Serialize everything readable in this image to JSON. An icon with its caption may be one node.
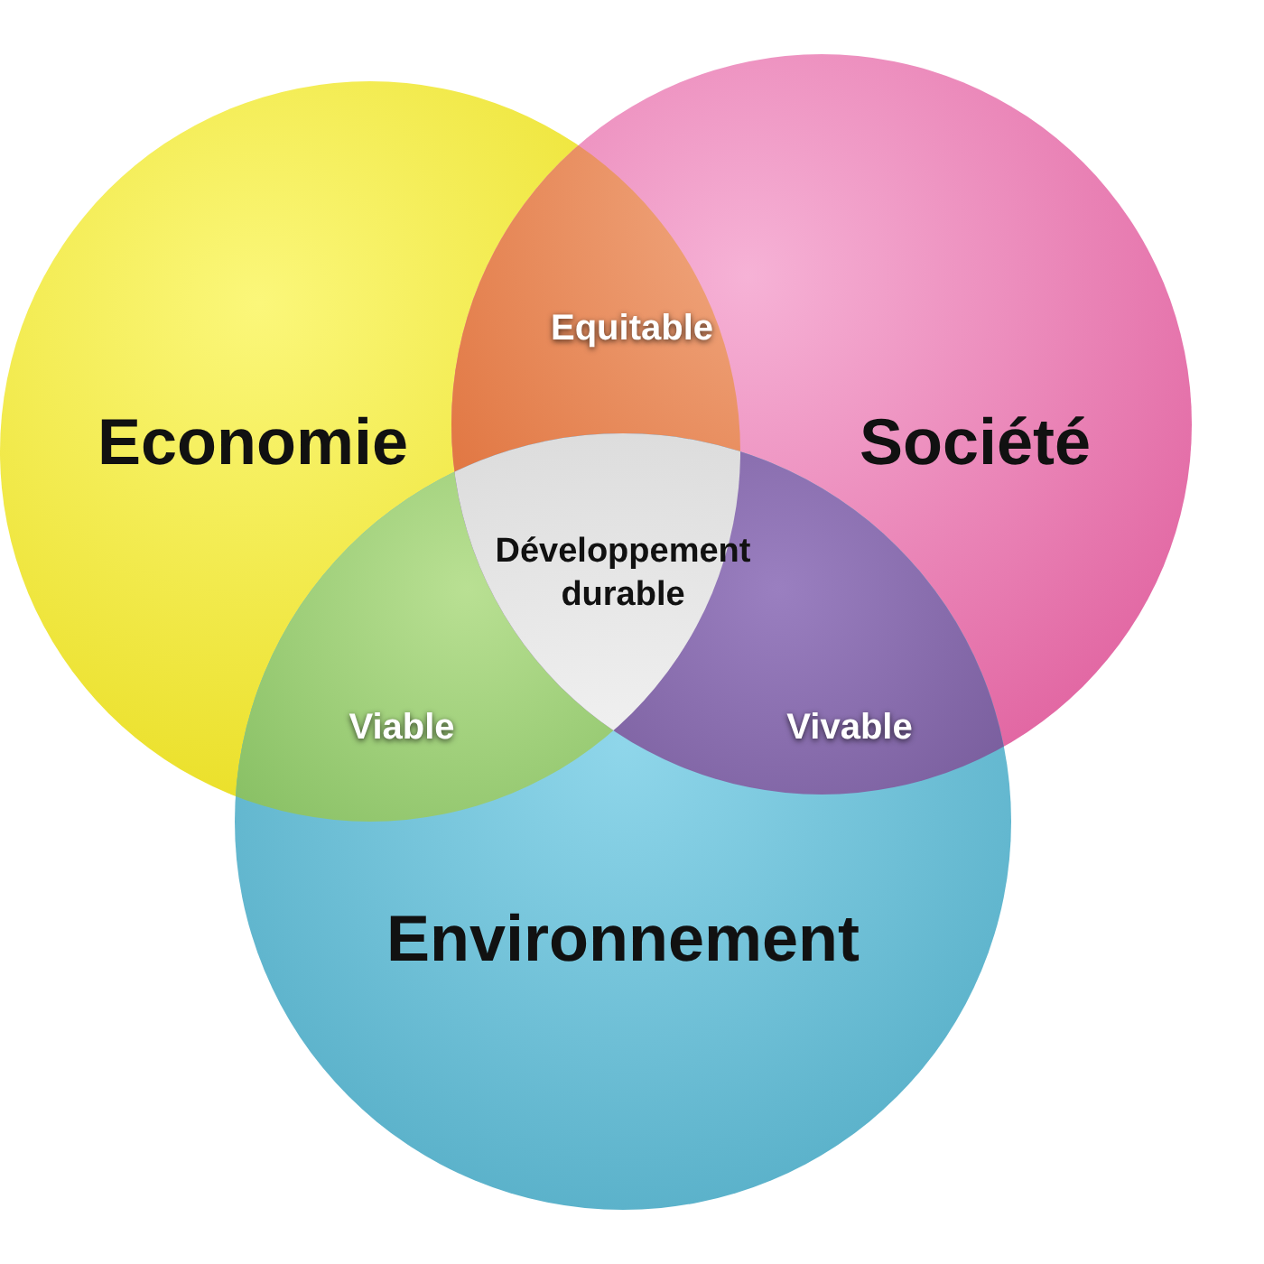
{
  "diagram": {
    "nodes": [
      {
        "text": [
          "Economie"
        ]
      },
      {
        "text": [
          "Société"
        ]
      },
      {
        "text": [
          "Environnement"
        ]
      },
      {
        "text": [
          "Equitable"
        ]
      },
      {
        "text": [
          "Viable"
        ]
      },
      {
        "text": [
          "Vivable"
        ]
      },
      {
        "text": [
          "Développement durable"
        ]
      }
    ]
  }
}
